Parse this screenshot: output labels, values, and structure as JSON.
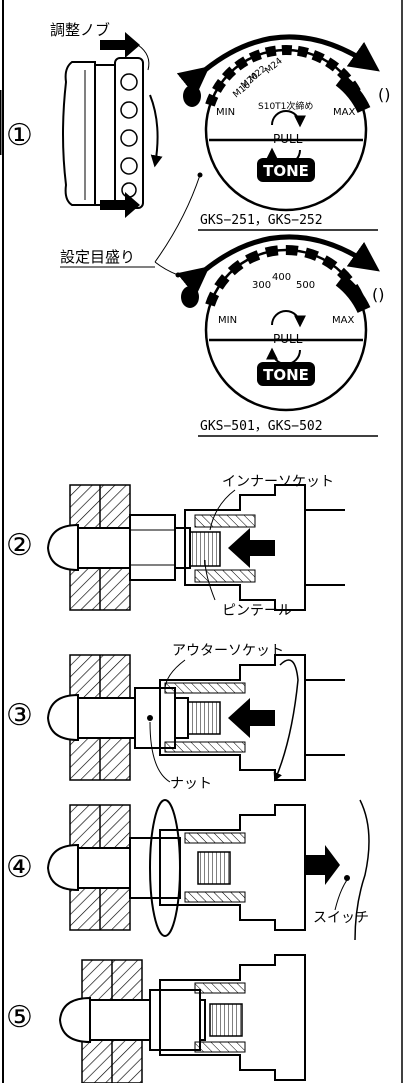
{
  "steps": [
    "①",
    "②",
    "③",
    "④",
    "⑤"
  ],
  "labels": {
    "adjust_knob": "調整ノブ",
    "setting_scale": "設定目盛り",
    "inner_socket": "インナーソケット",
    "pintail": "ピンテール",
    "outer_socket": "アウターソケット",
    "nut": "ナット",
    "switch": "スイッチ"
  },
  "dial1": {
    "min": "MIN",
    "max": "MAX",
    "sizes": [
      "M16",
      "M20",
      "M22",
      "M24"
    ],
    "s10t": "S10T1次締め",
    "pull": "PULL",
    "tone": "TONE",
    "models": "GKS−251，GKS−252"
  },
  "dial2": {
    "min": "MIN",
    "max": "MAX",
    "ticks": [
      "300",
      "400",
      "500"
    ],
    "pull": "PULL",
    "tone": "TONE",
    "models": "GKS−501，GKS−502"
  }
}
